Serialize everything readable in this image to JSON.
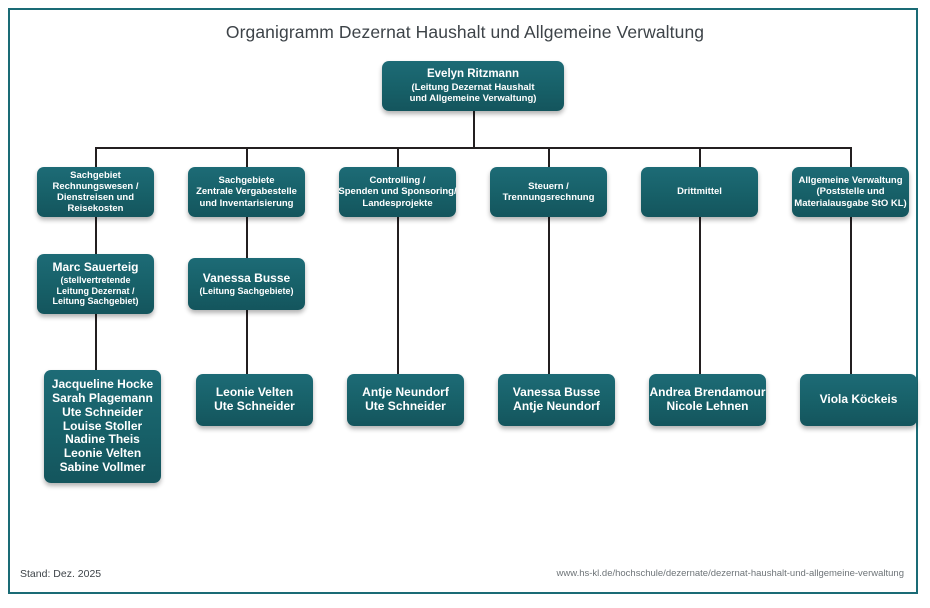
{
  "chart": {
    "title": "Organigramm Dezernat Haushalt und Allgemeine Verwaltung",
    "accent_color": "#1a6b75",
    "node_fill_color": "#176068",
    "node_text_color": "#ffffff",
    "connector_color": "#231f20",
    "title_color": "#3d4348"
  },
  "root": {
    "name": "Evelyn Ritzmann",
    "subtitle_line1": "(Leitung Dezernat Haushalt",
    "subtitle_line2": "und Allgemeine Verwaltung)"
  },
  "columns": [
    {
      "department": {
        "line1": "Sachgebiet",
        "line2": "Rechnungswesen /",
        "line3": "Dienstreisen und",
        "line4": "Reisekosten"
      },
      "lead": {
        "name": "Marc Sauerteig",
        "sub_line1": "(stellvertretende",
        "sub_line2": "Leitung Dezernat /",
        "sub_line3": "Leitung Sachgebiet)"
      },
      "staff": [
        "Jacqueline Hocke",
        "Sarah Plagemann",
        "Ute Schneider",
        "Louise Stoller",
        "Nadine Theis",
        "Leonie Velten",
        "Sabine Vollmer"
      ]
    },
    {
      "department": {
        "line1": "Sachgebiete",
        "line2": "Zentrale Vergabestelle",
        "line3": "und Inventarisierung",
        "line4": ""
      },
      "lead": {
        "name": "Vanessa Busse",
        "sub_line1": "(Leitung Sachgebiete)",
        "sub_line2": "",
        "sub_line3": ""
      },
      "staff": [
        "Leonie Velten",
        "Ute Schneider"
      ]
    },
    {
      "department": {
        "line1": "Controlling /",
        "line2": "Spenden und Sponsoring/",
        "line3": "Landesprojekte",
        "line4": ""
      },
      "lead": null,
      "staff": [
        "Antje Neundorf",
        "Ute Schneider"
      ]
    },
    {
      "department": {
        "line1": "Steuern /",
        "line2": "Trennungsrechnung",
        "line3": "",
        "line4": ""
      },
      "lead": null,
      "staff": [
        "Vanessa Busse",
        "Antje Neundorf"
      ]
    },
    {
      "department": {
        "line1": "Drittmittel",
        "line2": "",
        "line3": "",
        "line4": ""
      },
      "lead": null,
      "staff": [
        "Andrea Brendamour",
        "Nicole Lehnen"
      ]
    },
    {
      "department": {
        "line1": "Allgemeine Verwaltung",
        "line2": "(Poststelle und",
        "line3": "Materialausgabe StO KL)",
        "line4": ""
      },
      "lead": null,
      "staff": [
        "Viola Köckeis"
      ]
    }
  ],
  "footer": {
    "date_label": "Stand: Dez. 2025",
    "url": "www.hs-kl.de/hochschule/dezernate/dezernat-haushalt-und-allgemeine-verwaltung"
  }
}
